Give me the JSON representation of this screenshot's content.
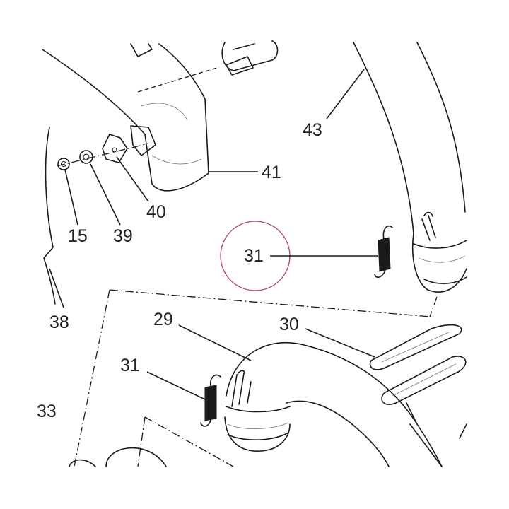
{
  "callouts": {
    "c43": "43",
    "c41": "41",
    "c40": "40",
    "c39": "39",
    "c15": "15",
    "c38": "38",
    "c31_top": "31",
    "c29": "29",
    "c30": "30",
    "c31_bottom": "31",
    "c33": "33"
  },
  "highlight_color": "#b04a5a"
}
